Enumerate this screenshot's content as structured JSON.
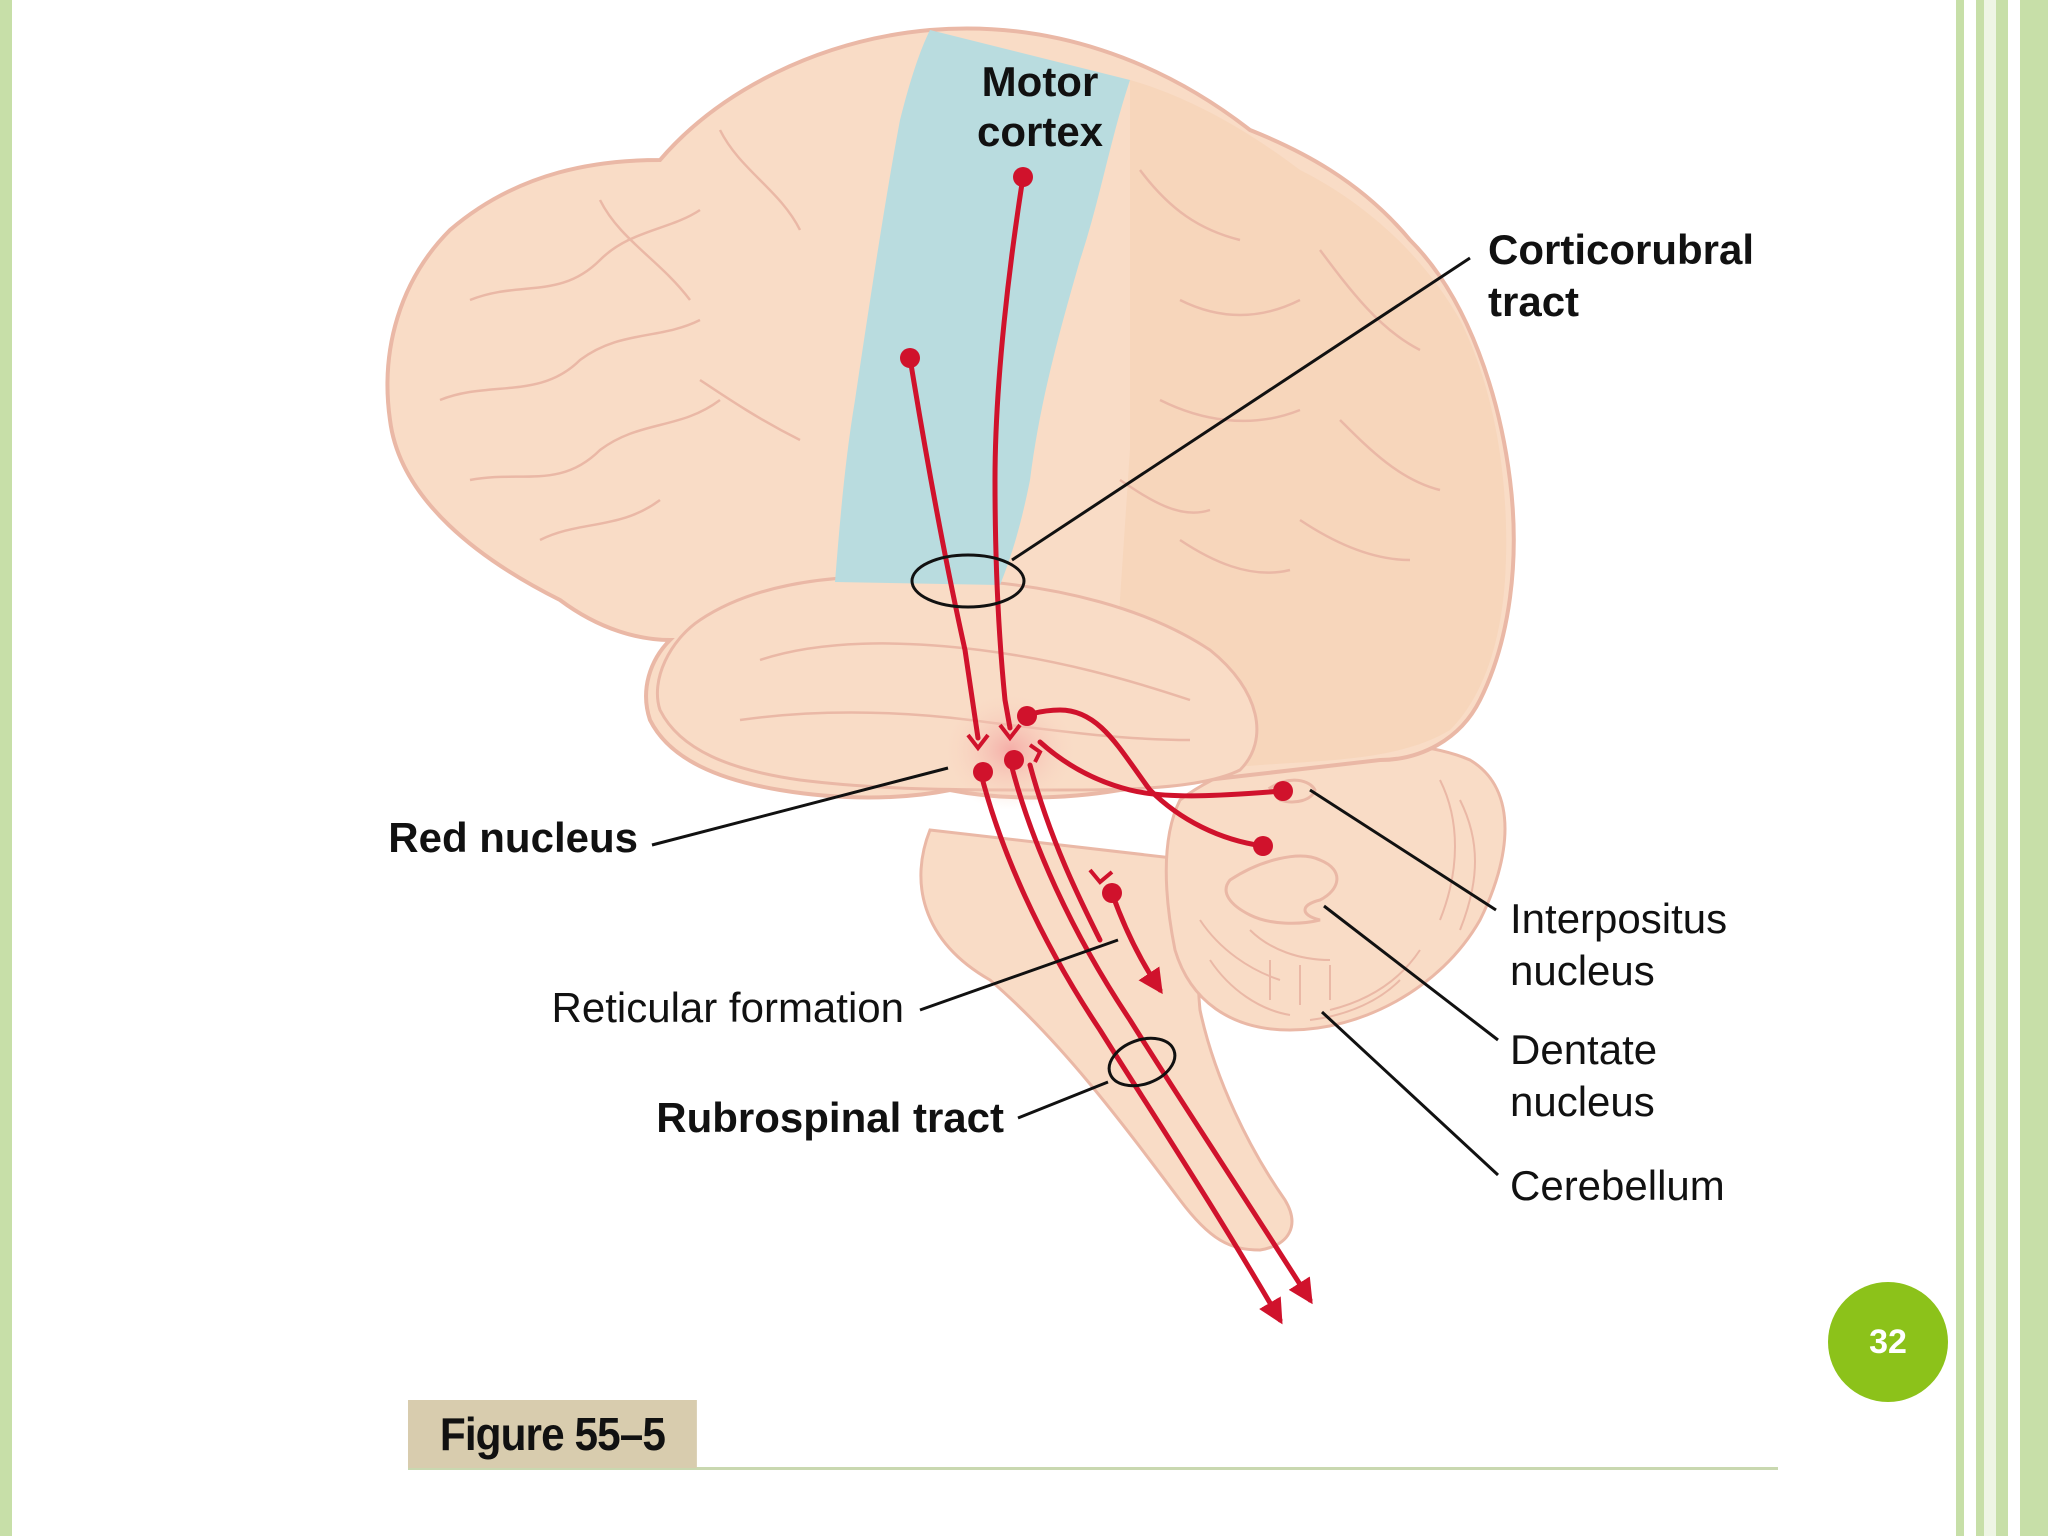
{
  "labels": {
    "motor_cortex_line1": "Motor",
    "motor_cortex_line2": "cortex",
    "corticorubral_line1": "Corticorubral",
    "corticorubral_line2": "tract",
    "red_nucleus": "Red nucleus",
    "interpositus_line1": "Interpositus",
    "interpositus_line2": "nucleus",
    "dentate_line1": "Dentate",
    "dentate_line2": "nucleus",
    "cerebellum": "Cerebellum",
    "reticular_formation": "Reticular formation",
    "rubrospinal_tract": "Rubrospinal tract"
  },
  "figure_caption": "Figure 55–5",
  "page_number": "32",
  "colors": {
    "frame_green": "#c7dfa8",
    "badge_green": "#8cc21a",
    "brain_fill": "#f9dcc6",
    "brain_outline": "#eab8a6",
    "motor_cortex_fill": "#b9dcdf",
    "tract_red": "#d0122c",
    "caption_bg": "#d8ccae"
  }
}
